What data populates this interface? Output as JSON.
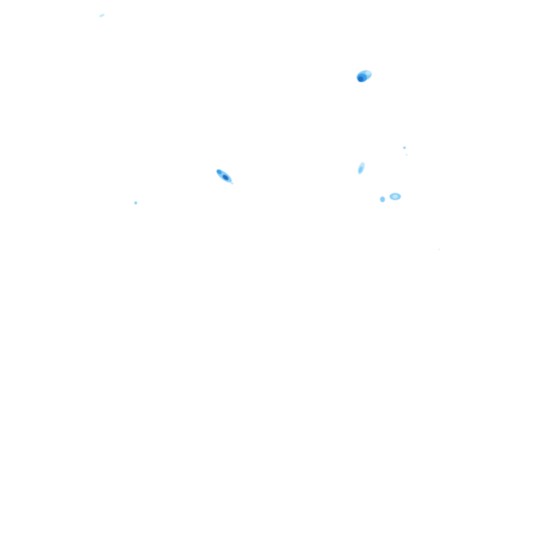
{
  "layer": {
    "kind": "precipitation-radar-overlay",
    "palette": {
      "light": "#bfe6fb",
      "medium": "#86cdf6",
      "strong": "#3a9fe6",
      "heavy": "#1f6fc6"
    }
  },
  "echoes": [
    {
      "id": "echo-far-north-west",
      "intensity": "light"
    },
    {
      "id": "echo-north-east-core",
      "intensity": "heavy"
    },
    {
      "id": "echo-central-west",
      "intensity": "strong"
    },
    {
      "id": "echo-central-north",
      "intensity": "medium"
    },
    {
      "id": "echo-east-pair",
      "intensity": "medium"
    },
    {
      "id": "echo-east-speck",
      "intensity": "light"
    },
    {
      "id": "echo-west-speck",
      "intensity": "light"
    },
    {
      "id": "echo-far-east-speck",
      "intensity": "light"
    }
  ]
}
